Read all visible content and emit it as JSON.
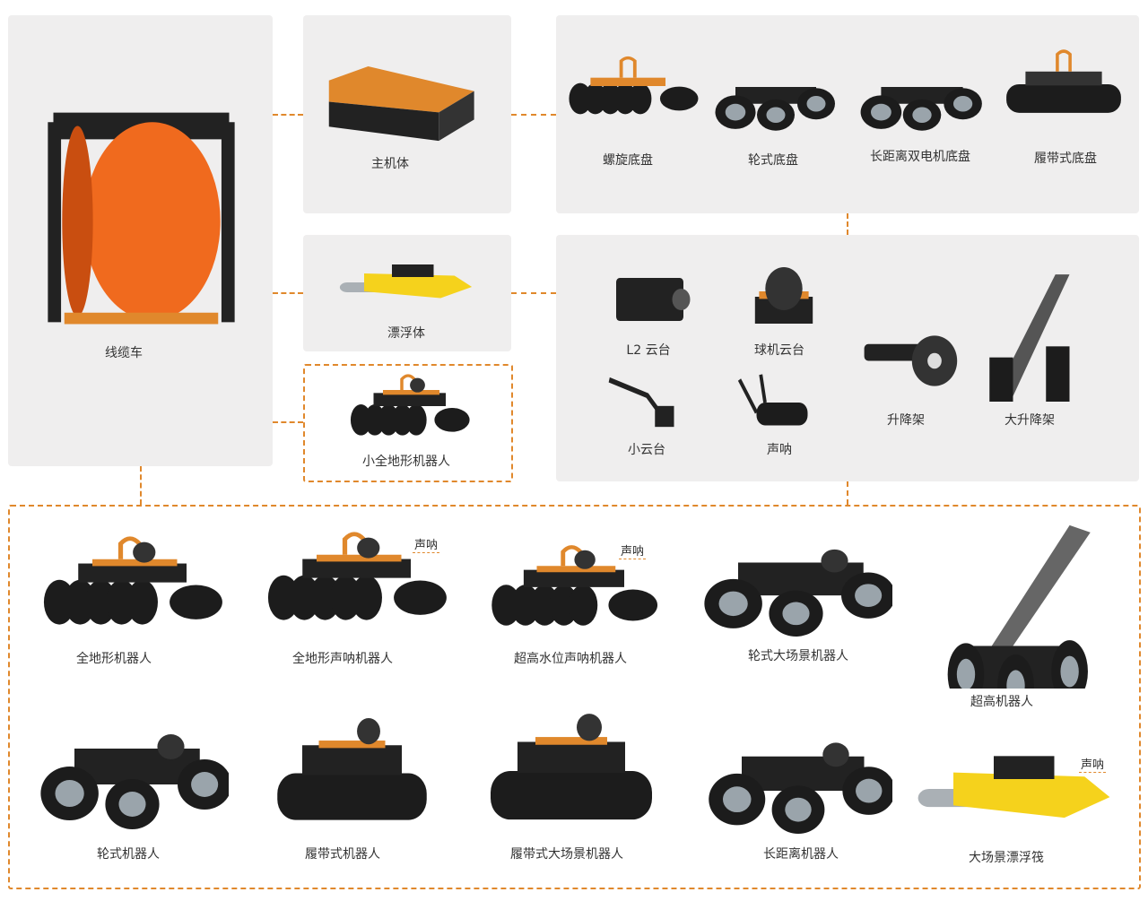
{
  "colors": {
    "accent": "#e0882c",
    "panel": "#efeeee",
    "dark": "#1c1c1c",
    "cable": "#f06a1e",
    "float": "#f5d21c"
  },
  "top": {
    "cable_reel": {
      "label": "线缆车",
      "icon": "cable-reel"
    },
    "main_unit": {
      "label": "主机体",
      "icon": "control-box"
    },
    "chassis": [
      {
        "label": "螺旋底盘",
        "icon": "spiral-chassis"
      },
      {
        "label": "轮式底盘",
        "icon": "wheel-chassis"
      },
      {
        "label": "长距离双电机底盘",
        "icon": "wheel-chassis"
      },
      {
        "label": "履带式底盘",
        "icon": "track-chassis"
      }
    ],
    "float_body": {
      "label": "漂浮体",
      "icon": "float"
    },
    "small_robot": {
      "label": "小全地形机器人",
      "icon": "spiral-robot"
    },
    "accessories": [
      {
        "label": "L2 云台",
        "icon": "camera"
      },
      {
        "label": "球机云台",
        "icon": "dome-camera"
      },
      {
        "label": "升降架",
        "icon": "lift-arm"
      },
      {
        "label": "大升降架",
        "icon": "big-lift"
      },
      {
        "label": "小云台",
        "icon": "small-camera"
      },
      {
        "label": "声呐",
        "icon": "sonar"
      }
    ]
  },
  "robots": [
    {
      "label": "全地形机器人",
      "icon": "spiral-robot"
    },
    {
      "label": "全地形声呐机器人",
      "icon": "spiral-robot",
      "note": "声呐"
    },
    {
      "label": "超高水位声呐机器人",
      "icon": "spiral-robot",
      "note": "声呐"
    },
    {
      "label": "轮式大场景机器人",
      "icon": "wheel-robot"
    },
    {
      "label": "超高机器人",
      "icon": "big-lift-robot"
    },
    {
      "label": "轮式机器人",
      "icon": "wheel-robot"
    },
    {
      "label": "履带式机器人",
      "icon": "track-robot"
    },
    {
      "label": "履带式大场景机器人",
      "icon": "track-robot"
    },
    {
      "label": "长距离机器人",
      "icon": "wheel-robot"
    },
    {
      "label": "大场景漂浮筏",
      "icon": "float",
      "note": "声呐"
    }
  ]
}
